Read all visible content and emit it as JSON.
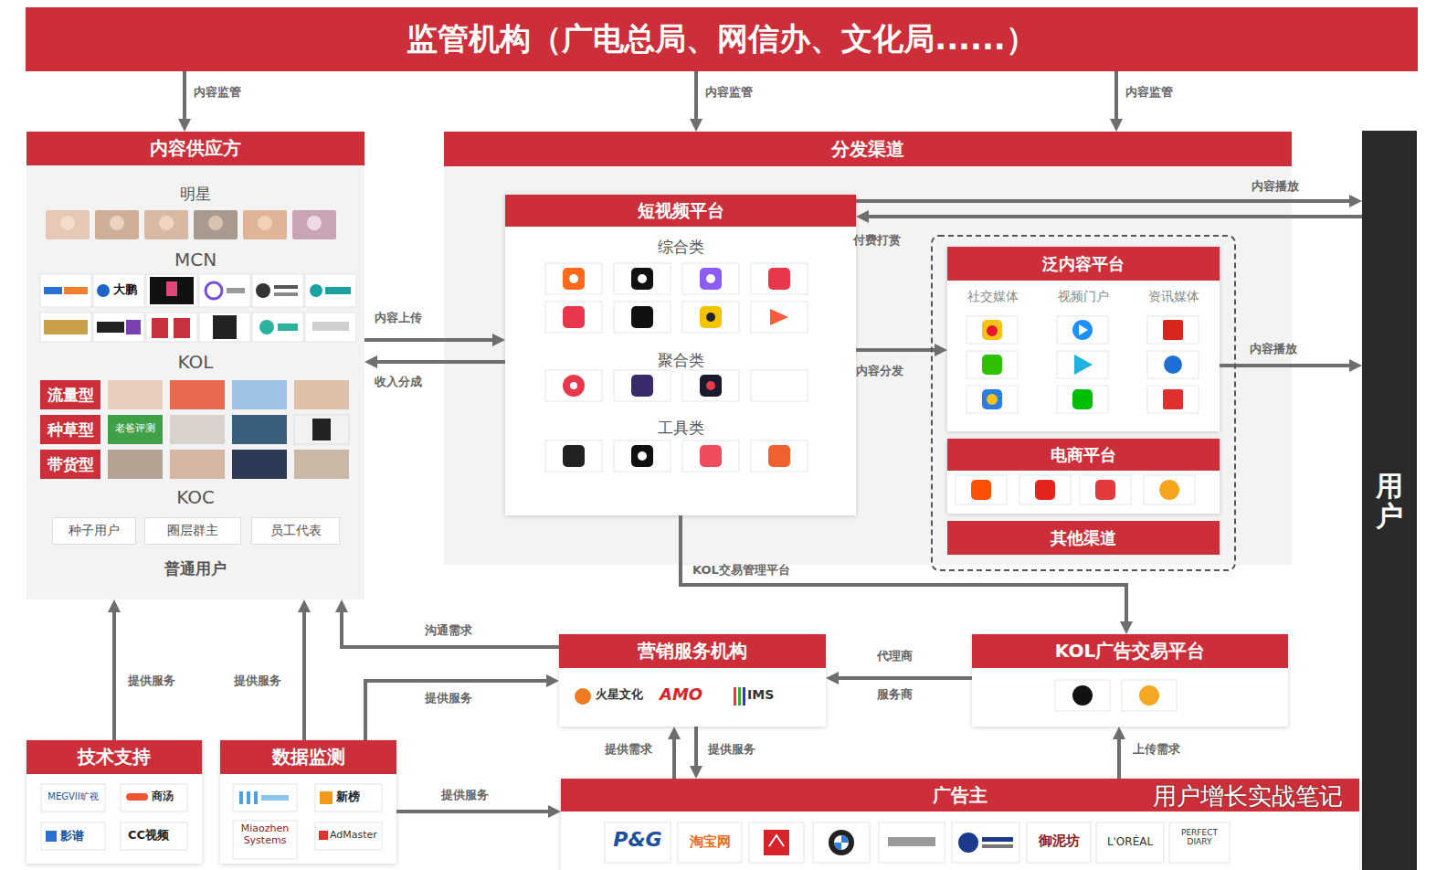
{
  "diagram": {
    "nodes": [
      {
        "text": [
          "监管机构（广电总局、网信办、文化局......）"
        ]
      },
      {
        "text": [
          "内容供应方",
          "明星",
          "MCN",
          "KOL",
          "KOC",
          "普通用户"
        ]
      },
      {
        "text": [
          "流量型"
        ],
        "in": 1
      },
      {
        "text": [
          "种草型"
        ],
        "in": 1
      },
      {
        "text": [
          "带货型"
        ],
        "in": 1
      },
      {
        "text": [
          "种子用户"
        ],
        "in": 1
      },
      {
        "text": [
          "圈层群主"
        ],
        "in": 1
      },
      {
        "text": [
          "员工代表"
        ],
        "in": 1
      },
      {
        "text": [
          "分发渠道"
        ]
      },
      {
        "text": [
          "短视频平台",
          "综合类",
          "聚合类",
          "工具类"
        ],
        "in": 8
      },
      {
        "text": [
          "泛内容平台",
          "社交媒体",
          "视频门户",
          "资讯媒体"
        ],
        "in": 8
      },
      {
        "text": [
          "电商平台"
        ],
        "in": 8
      },
      {
        "text": [
          "其他渠道"
        ],
        "in": 8
      },
      {
        "text": [
          "用户"
        ]
      },
      {
        "text": [
          "营销服务机构"
        ]
      },
      {
        "text": [
          "KOL广告交易平台"
        ]
      },
      {
        "text": [
          "技术支持"
        ]
      },
      {
        "text": [
          "数据监测"
        ]
      },
      {
        "text": [
          "广告主"
        ]
      }
    ],
    "edges": [
      {
        "from": 0,
        "to": 1,
        "arrow": "to",
        "label": "内容监管"
      },
      {
        "from": 0,
        "to": 8,
        "arrow": "to",
        "label": "内容监管"
      },
      {
        "from": 0,
        "to": 8,
        "arrow": "to",
        "label": "内容监管"
      },
      {
        "from": 1,
        "to": 9,
        "arrow": "to",
        "label": "内容上传"
      },
      {
        "from": 9,
        "to": 1,
        "arrow": "to",
        "label": "收入分成"
      },
      {
        "from": 9,
        "to": 13,
        "arrow": "to",
        "label": "内容播放"
      },
      {
        "from": 13,
        "to": 9,
        "arrow": "to",
        "label": "付费打赏"
      },
      {
        "from": 9,
        "to": 10,
        "arrow": "to",
        "label": "内容分发"
      },
      {
        "from": 10,
        "to": 13,
        "arrow": "to",
        "label": "内容播放"
      },
      {
        "from": 9,
        "to": 15,
        "arrow": "to",
        "label": "KOL交易管理平台"
      },
      {
        "from": 15,
        "to": 14,
        "arrow": "to",
        "label": "代理商"
      },
      {
        "from": 14,
        "to": 1,
        "arrow": "to",
        "label": "沟通需求"
      },
      {
        "from": 16,
        "to": 1,
        "arrow": "to",
        "label": "提供服务"
      },
      {
        "from": 17,
        "to": 1,
        "arrow": "to",
        "label": "提供服务"
      },
      {
        "from": 17,
        "to": 14,
        "arrow": "to",
        "label": "提供服务"
      },
      {
        "from": 17,
        "to": 18,
        "arrow": "to",
        "label": "提供服务"
      },
      {
        "from": 18,
        "to": 14,
        "arrow": "to",
        "label": "提供需求"
      },
      {
        "from": 14,
        "to": 18,
        "arrow": "to",
        "label": "提供服务"
      },
      {
        "from": 18,
        "to": 15,
        "arrow": "to",
        "label": "上传需求"
      }
    ],
    "labels": [
      "大鹏",
      "老爸评测",
      "火星文化",
      "AMO",
      "IMS",
      "MEGVII旷视",
      "商汤",
      "影谱",
      "CC视频",
      "新榜",
      "Miaozhen Systems",
      "AdMaster",
      "P&G",
      "淘宝网",
      "御泥坊",
      "L'ORÉAL",
      "PERFECT DIARY",
      "服务商",
      "用户增长实战笔记"
    ]
  }
}
